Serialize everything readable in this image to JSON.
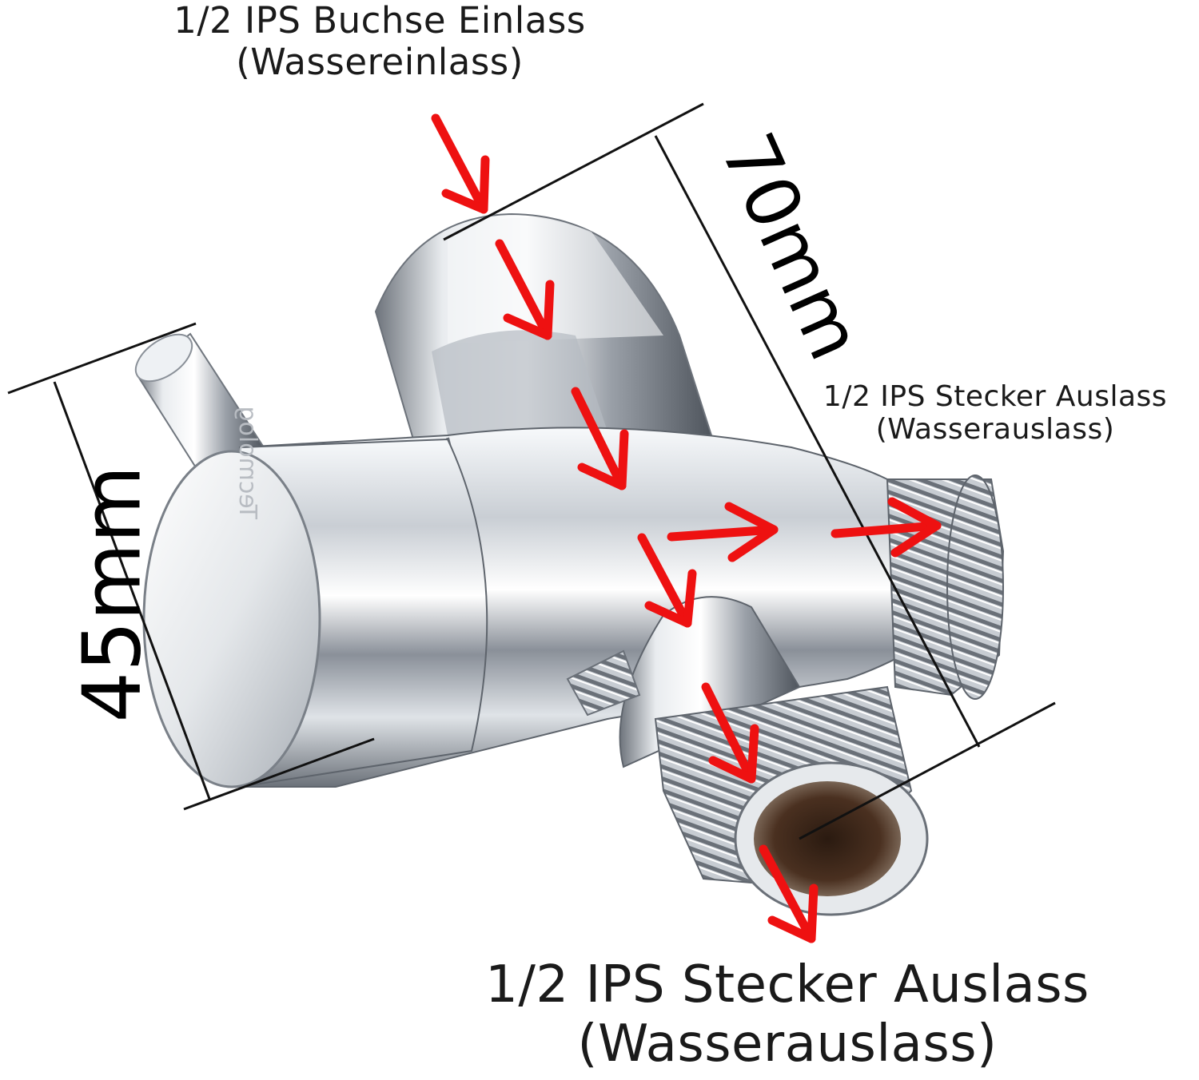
{
  "labels": {
    "inlet": {
      "line1": "1/2 IPS Buchse Einlass",
      "line2": "(Wassereinlass)"
    },
    "outlet_side": {
      "line1": "1/2 IPS Stecker Auslass",
      "line2": "(Wasserauslass)"
    },
    "outlet_bottom": {
      "line1": "1/2 IPS Stecker Auslass",
      "line2": "(Wasserauslass)"
    }
  },
  "dimensions": {
    "length": "70mm",
    "height": "45mm"
  },
  "brand": "Tecmolog",
  "colors": {
    "arrow": "#ee1111",
    "chrome_light": "#f4f6f8",
    "chrome_dark": "#4a5058",
    "dimension_line": "#111111"
  }
}
